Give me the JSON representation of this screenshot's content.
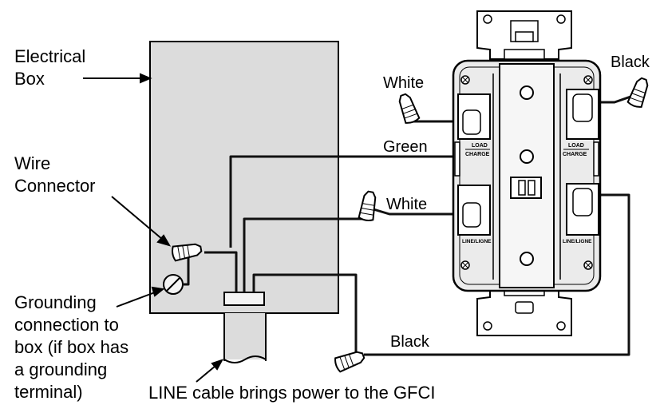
{
  "labels": {
    "electrical_box": [
      "Electrical",
      "Box"
    ],
    "wire_connector": [
      "Wire",
      "Connector"
    ],
    "grounding": [
      "Grounding",
      "connection to",
      "box (if box has",
      "a grounding",
      "terminal)"
    ],
    "line_cable": "LINE cable brings power to the GFCI",
    "white_top": "White",
    "white_mid": "White",
    "green": "Green",
    "black_top": "Black",
    "black_bottom": "Black"
  },
  "terminal_labels": {
    "load_left": "LOAD",
    "charge_left": "CHARGE",
    "load_right": "LOAD",
    "charge_right": "CHARGE",
    "line_left": "LINE/LIGNE",
    "line_right": "LINE/LIGNE"
  },
  "colors": {
    "box_fill": "#dcdcdc",
    "outlet_fill": "#ebebeb",
    "wire": "#111111",
    "stroke": "#000000"
  }
}
